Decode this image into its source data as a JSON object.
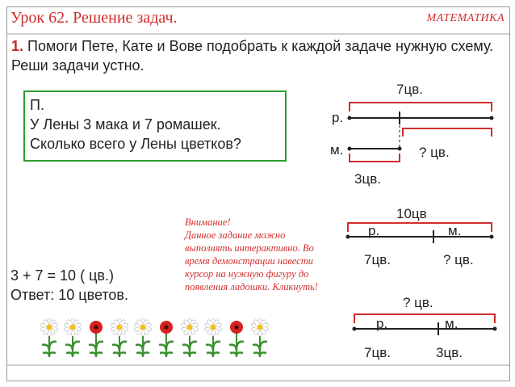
{
  "header": {
    "title": "Урок 62. Решение задач.",
    "subject": "МАТЕМАТИКА"
  },
  "task": {
    "number": "1.",
    "text": "Помоги Пете, Кате и Вове подобрать к каждой задаче нужную схему. Реши задачи устно."
  },
  "problem": {
    "line1": "П.",
    "line2": "У Лены 3 мака и 7 ромашек.",
    "line3": "Сколько всего у Лены цветков?"
  },
  "notice": {
    "lines": [
      "Внимание!",
      "Данное задание можно",
      "выполнять интерактивно.  Во",
      "время демонстрации навести",
      "курсор на  нужную фигуру до",
      "появления ладошки. Кликнуть!"
    ]
  },
  "solution": {
    "equation": "3 + 7 = 10 ( цв.)",
    "answer": "Ответ: 10 цветов."
  },
  "scheme1": {
    "top_label": "7цв.",
    "row1_label": "р.",
    "row2_label": "м.",
    "right_label": "? цв.",
    "bottom_label": "3цв."
  },
  "scheme2": {
    "top_label": "10цв",
    "left_label": "р.",
    "right_label": "м.",
    "bottom_left": "7цв.",
    "bottom_right": "? цв."
  },
  "scheme3": {
    "top_label": "? цв.",
    "left_label": "р.",
    "right_label": "м.",
    "bottom_left": "7цв.",
    "bottom_right": "3цв."
  },
  "flowers": [
    "daisy",
    "daisy",
    "poppy",
    "daisy",
    "daisy",
    "poppy",
    "daisy",
    "daisy",
    "poppy",
    "daisy"
  ],
  "colors": {
    "accent": "#d22d2d",
    "box_border": "#2e9e2e",
    "bracket": "#d22d2d"
  }
}
